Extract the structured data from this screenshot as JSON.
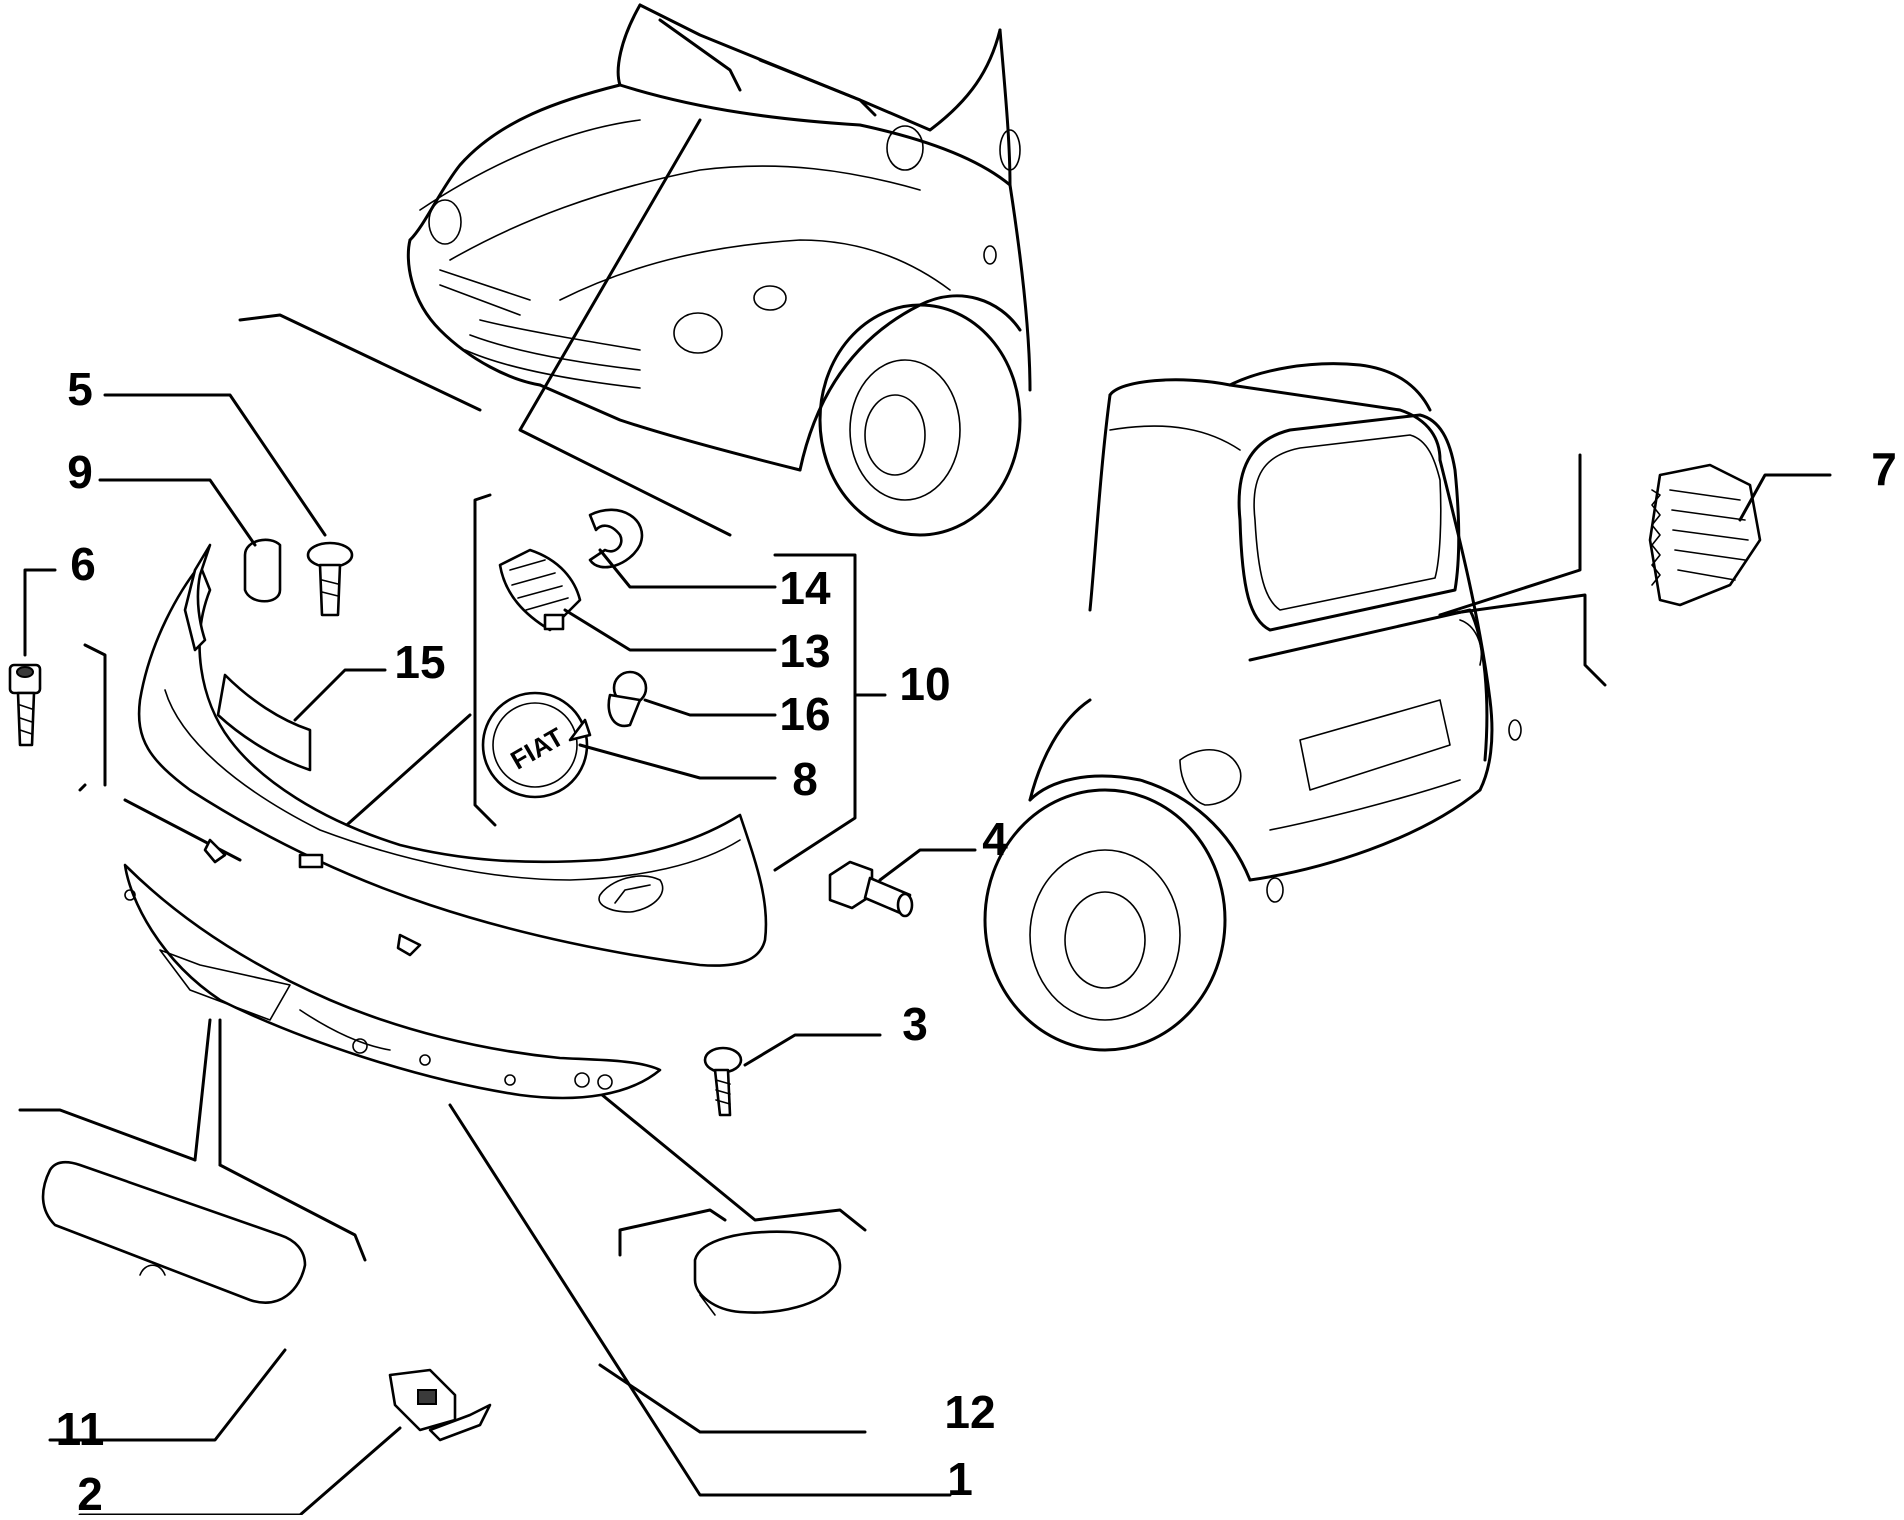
{
  "diagram": {
    "callouts": [
      {
        "id": "c1",
        "label": "1"
      },
      {
        "id": "c2",
        "label": "2"
      },
      {
        "id": "c3",
        "label": "3"
      },
      {
        "id": "c4",
        "label": "4"
      },
      {
        "id": "c5",
        "label": "5"
      },
      {
        "id": "c6",
        "label": "6"
      },
      {
        "id": "c7",
        "label": "7"
      },
      {
        "id": "c8",
        "label": "8"
      },
      {
        "id": "c9",
        "label": "9"
      },
      {
        "id": "c10",
        "label": "10"
      },
      {
        "id": "c11",
        "label": "11"
      },
      {
        "id": "c12",
        "label": "12"
      },
      {
        "id": "c13",
        "label": "13"
      },
      {
        "id": "c14",
        "label": "14"
      },
      {
        "id": "c15",
        "label": "15"
      },
      {
        "id": "c16",
        "label": "16"
      }
    ],
    "logo_text": "FIAT",
    "colors": {
      "line": "#000000",
      "background": "#ffffff",
      "part_fill": "#ffffff",
      "dark_fill": "#3a3a3a"
    }
  }
}
